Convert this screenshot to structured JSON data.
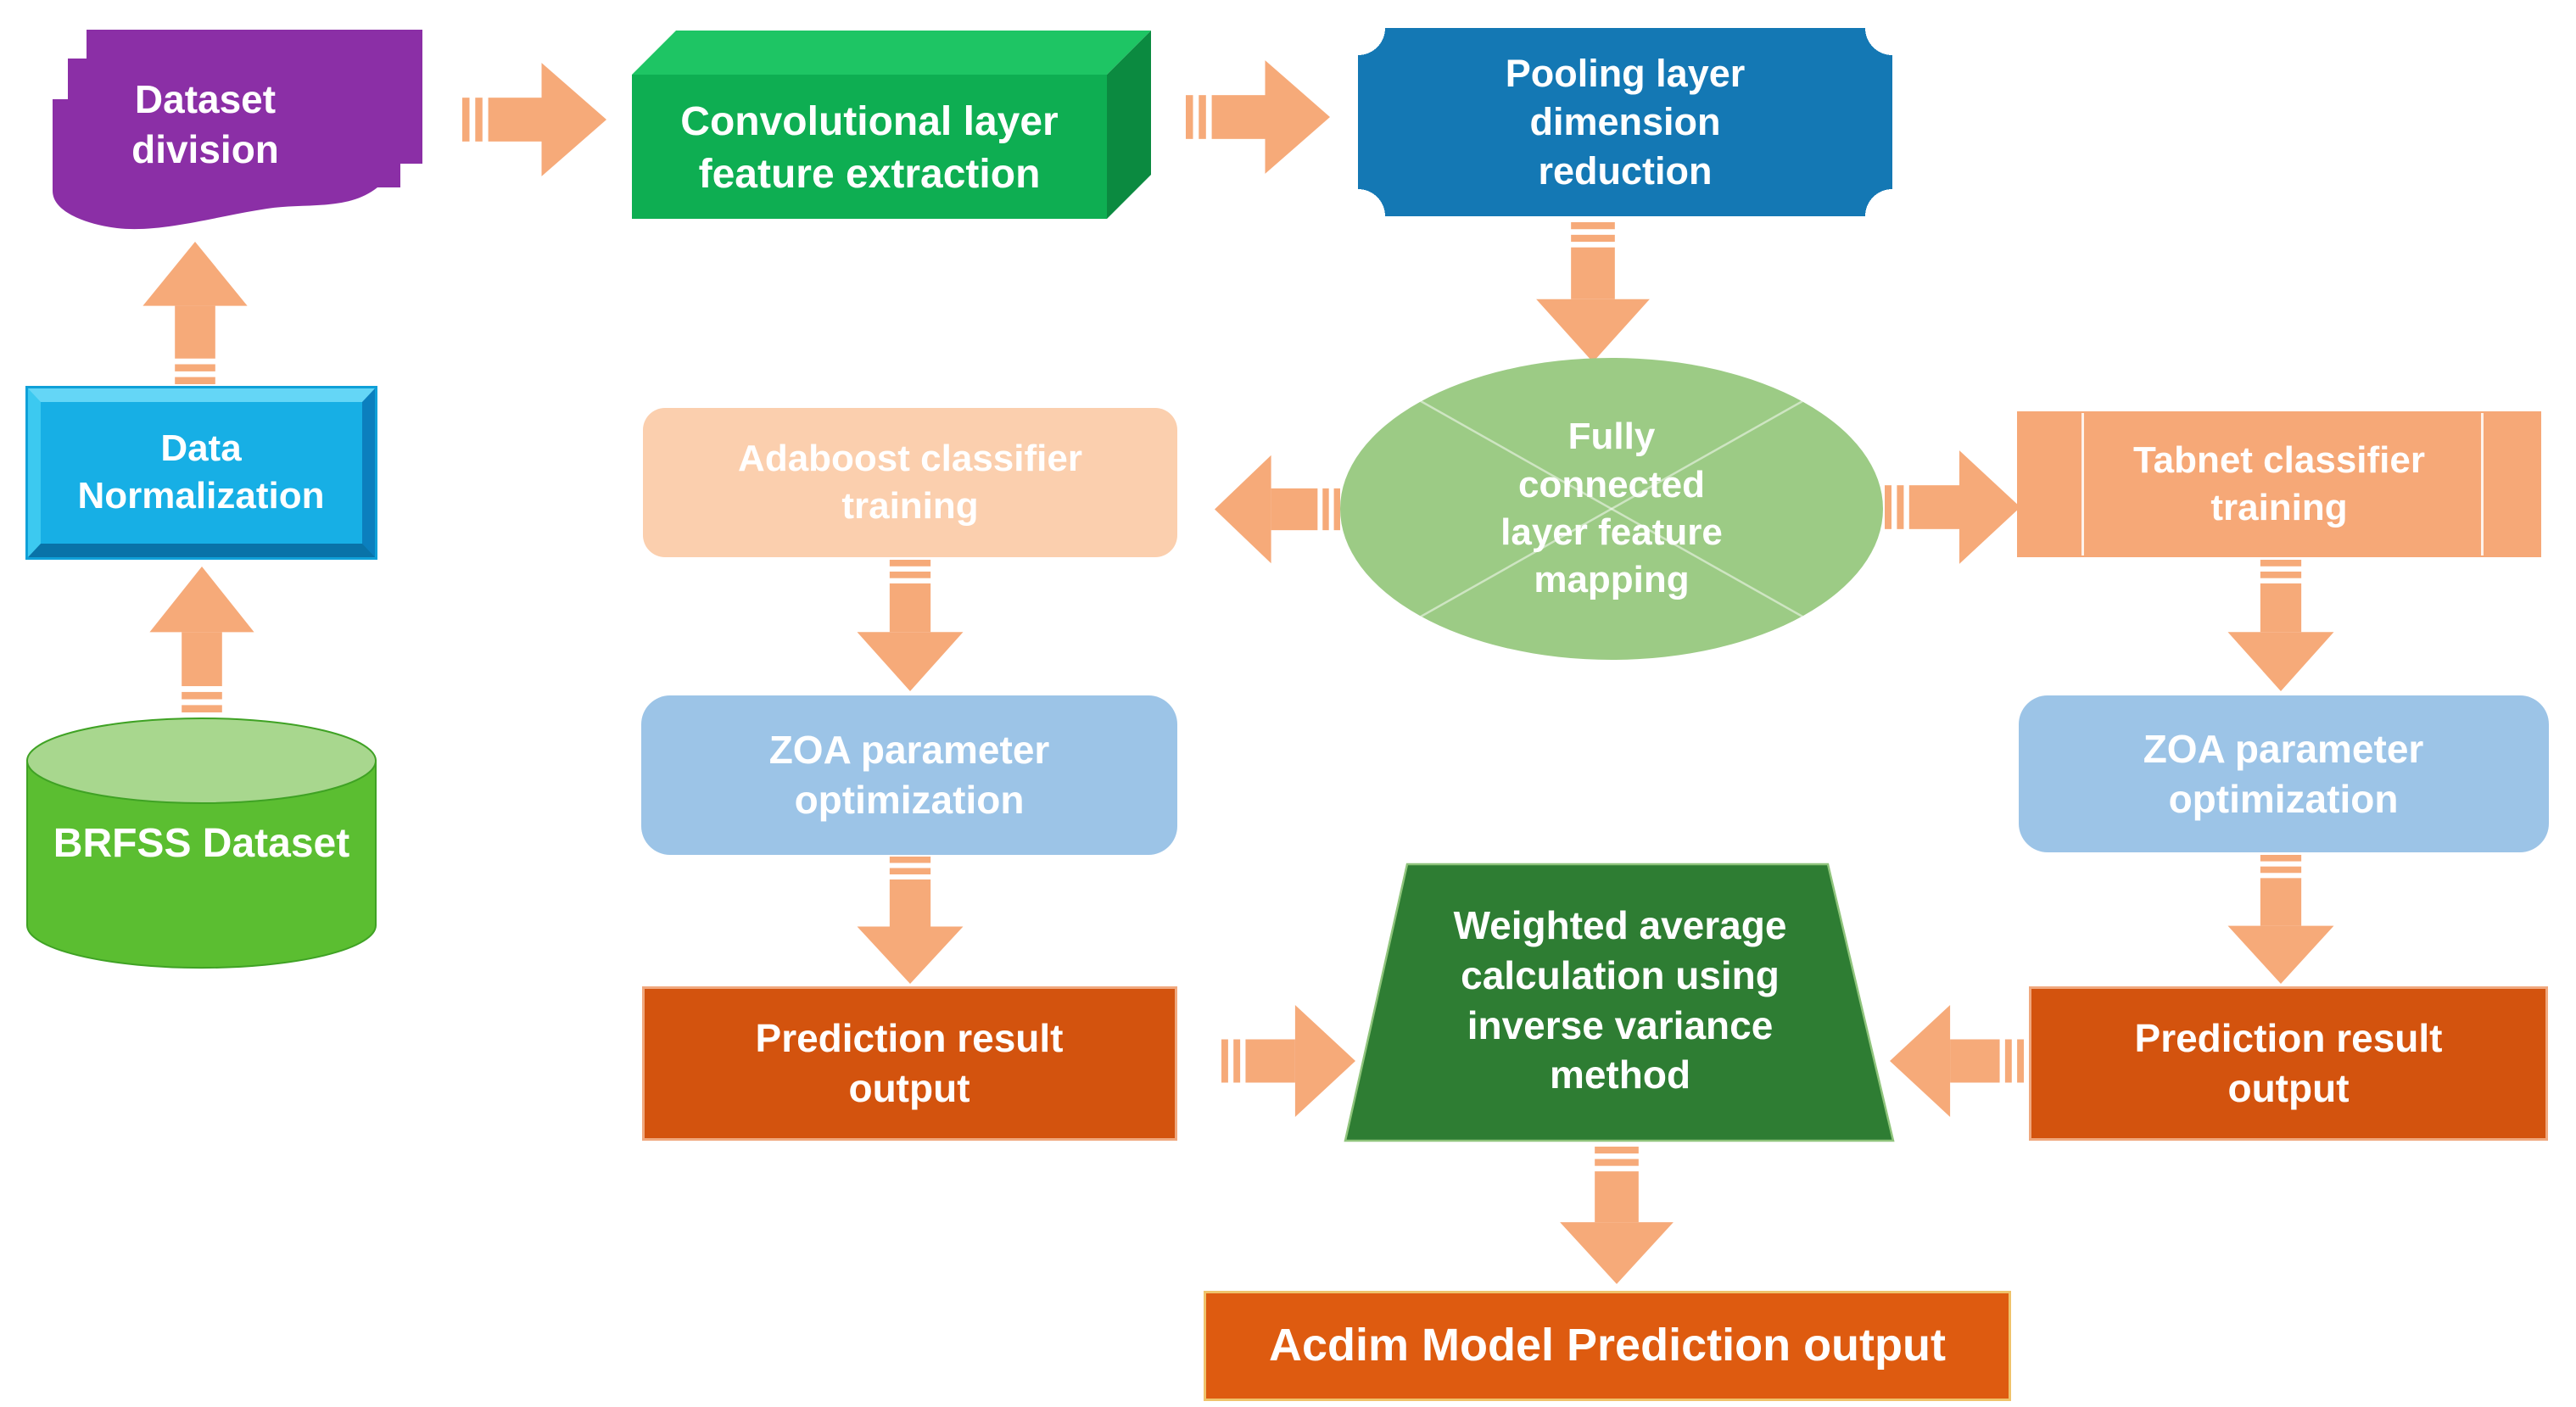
{
  "nodes": {
    "brfss": {
      "label": "BRFSS Dataset"
    },
    "data_normalization": {
      "label": "Data Normalization"
    },
    "dataset_division": {
      "label": "Dataset division"
    },
    "conv": {
      "label": "Convolutional layer feature extraction"
    },
    "pooling": {
      "label": "Pooling layer dimension reduction"
    },
    "fully_connected": {
      "label": "Fully connected layer feature mapping"
    },
    "adaboost": {
      "label": "Adaboost classifier training"
    },
    "tabnet": {
      "label": "Tabnet classifier training"
    },
    "zoa_left": {
      "label": "ZOA parameter optimization"
    },
    "zoa_right": {
      "label": "ZOA parameter optimization"
    },
    "prediction_left": {
      "label": "Prediction result output"
    },
    "prediction_right": {
      "label": "Prediction result output"
    },
    "weighted_average": {
      "label": "Weighted average calculation using inverse variance method"
    },
    "acdim_output": {
      "label": "Acdim Model Prediction output"
    }
  },
  "colors": {
    "arrow": "#F6AA79",
    "dataset_division_purple": "#8B2FA6",
    "data_normalization_cyan": "#17AFE5",
    "brfss_green_body": "#5BBE31",
    "brfss_green_top": "#A8D78E",
    "conv_front_green": "#0EAE52",
    "conv_top_green": "#1EC564",
    "conv_side_green": "#0B8A40",
    "pooling_blue": "#1478B4",
    "ellipse_green": "#9CCB85",
    "adaboost_peach_light": "#FBCFAE",
    "tabnet_peach": "#F6A877",
    "zoa_blue": "#9CC4E7",
    "prediction_orange": "#D3530E",
    "trapezoid_green": "#2E7D33",
    "acdim_orange": "#DE5B10"
  }
}
